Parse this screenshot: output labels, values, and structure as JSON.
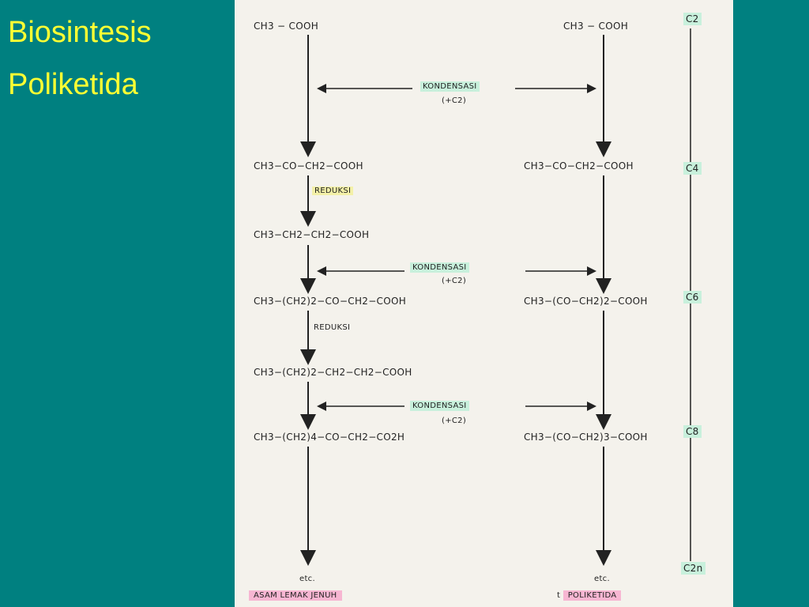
{
  "slide": {
    "title_line1": "Biosintesis",
    "title_line2": "Poliketida"
  },
  "left_chain": {
    "start": "CH3 − COOH",
    "step1": "CH3−CO−CH2−COOH",
    "reduksi1": "REDUKSI",
    "step2": "CH3−CH2−CH2−COOH",
    "step3": "CH3−(CH2)2−CO−CH2−COOH",
    "reduksi2": "REDUKSI",
    "step4": "CH3−(CH2)2−CH2−CH2−COOH",
    "step5": "CH3−(CH2)4−CO−CH2−CO2H",
    "etc": "etc.",
    "product": "ASAM LEMAK JENUH"
  },
  "right_chain": {
    "start": "CH3 − COOH",
    "step1": "CH3−CO−CH2−COOH",
    "step2": "CH3−(CO−CH2)2−COOH",
    "step3": "CH3−(CO−CH2)3−COOH",
    "etc": "etc.",
    "product": "POLIKETIDA",
    "product_prefix": "t"
  },
  "condensation": {
    "label": "KONDENSASI",
    "c2_label_1": "(+C2)",
    "c2_label_2": "(+C2)",
    "c2_label_3": "(+C2)"
  },
  "carbon_scale": [
    "C2",
    "C4",
    "C6",
    "C8",
    "C2n"
  ],
  "colors": {
    "background": "#008080",
    "title": "#ffff33",
    "highlight_green": "#c8f0dc",
    "highlight_pink": "#f7b6d2"
  }
}
